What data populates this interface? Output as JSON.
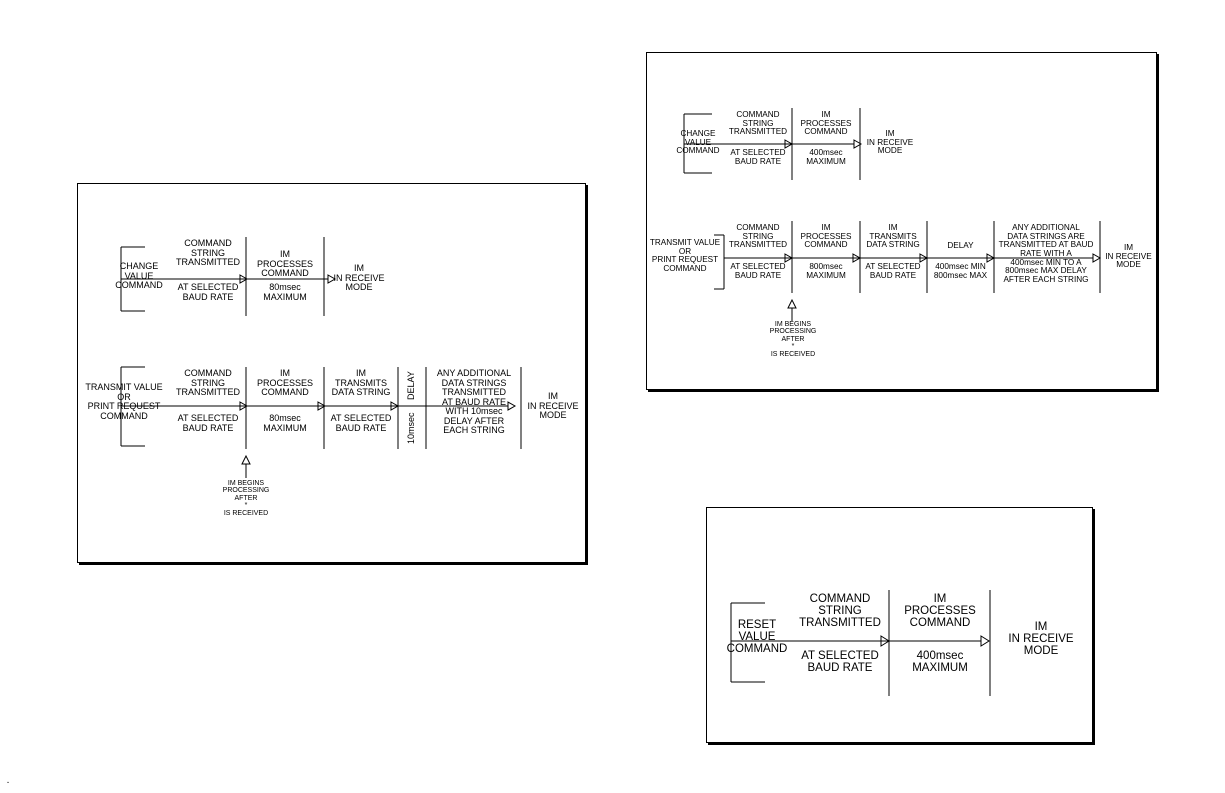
{
  "panel_left": {
    "change": {
      "label": "CHANGE\nVALUE\nCOMMAND",
      "cmd_top": "COMMAND\nSTRING\nTRANSMITTED",
      "cmd_bottom": "AT SELECTED\nBAUD RATE",
      "proc_top": "IM\nPROCESSES\nCOMMAND",
      "proc_bottom": "80msec\nMAXIMUM",
      "result": "IM\nIN RECEIVE\nMODE"
    },
    "transmit": {
      "label": "TRANSMIT VALUE\nOR\nPRINT REQUEST\nCOMMAND",
      "cmd_top": "COMMAND\nSTRING\nTRANSMITTED",
      "cmd_bottom": "AT SELECTED\nBAUD RATE",
      "proc_top": "IM\nPROCESSES\nCOMMAND",
      "proc_bottom": "80msec\nMAXIMUM",
      "tx_top": "IM\nTRANSMITS\nDATA STRING",
      "tx_bottom": "AT SELECTED\nBAUD RATE",
      "delay_top": "DELAY",
      "delay_bottom": "10msec",
      "additional": "ANY ADDITIONAL\nDATA STRINGS\nTRANSMITTED\nAT BAUD RATE\nWITH 10msec\nDELAY AFTER\nEACH STRING",
      "result": "IM\nIN RECEIVE\nMODE",
      "note": "IM BEGINS\nPROCESSING\nAFTER\n*\nIS RECEIVED"
    }
  },
  "panel_right_top": {
    "change": {
      "label": "CHANGE\nVALUE\nCOMMAND",
      "cmd_top": "COMMAND\nSTRING\nTRANSMITTED",
      "cmd_bottom": "AT SELECTED\nBAUD RATE",
      "proc_top": "IM\nPROCESSES\nCOMMAND",
      "proc_bottom": "400msec\nMAXIMUM",
      "result": "IM\nIN RECEIVE\nMODE"
    },
    "transmit": {
      "label": "TRANSMIT VALUE\nOR\nPRINT REQUEST\nCOMMAND",
      "cmd_top": "COMMAND\nSTRING\nTRANSMITTED",
      "cmd_bottom": "AT SELECTED\nBAUD RATE",
      "proc_top": "IM\nPROCESSES\nCOMMAND",
      "proc_bottom": "800msec\nMAXIMUM",
      "tx_top": "IM\nTRANSMITS\nDATA STRING",
      "tx_bottom": "AT SELECTED\nBAUD RATE",
      "delay_top": "DELAY",
      "delay_bottom": "400msec MIN\n800msec MAX",
      "additional": "ANY ADDITIONAL\nDATA STRINGS ARE\nTRANSMITTED AT BAUD\nRATE WITH A\n400msec MIN TO A\n800msec MAX DELAY\nAFTER EACH STRING",
      "result": "IM\nIN RECEIVE\nMODE",
      "note": "IM BEGINS\nPROCESSING\nAFTER\n*\nIS RECEIVED"
    }
  },
  "panel_reset": {
    "label": "RESET\nVALUE\nCOMMAND",
    "cmd_top": "COMMAND\nSTRING\nTRANSMITTED",
    "cmd_bottom": "AT SELECTED\nBAUD RATE",
    "proc_top": "IM\nPROCESSES\nCOMMAND",
    "proc_bottom": "400msec\nMAXIMUM",
    "result": "IM\nIN RECEIVE\nMODE"
  },
  "page_mark": "."
}
